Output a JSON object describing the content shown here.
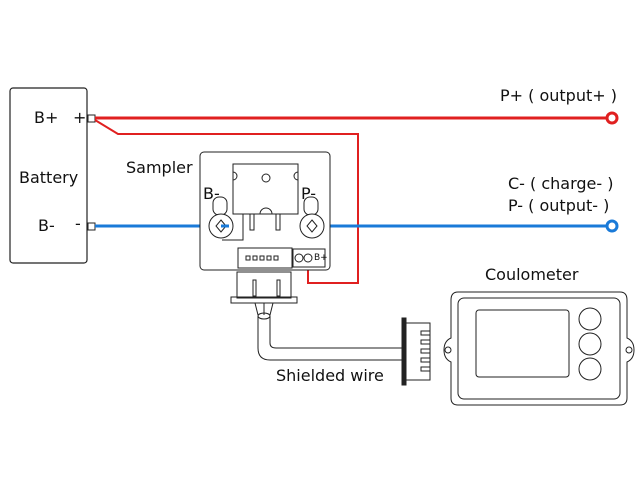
{
  "battery": {
    "title": "Battery",
    "plus_label": "B+",
    "plus_sign": "+",
    "minus_label": "B-",
    "minus_sign": "-"
  },
  "sampler": {
    "title": "Sampler",
    "left_terminal": "B-",
    "right_terminal": "P-",
    "bplus_pin": "B+"
  },
  "outputs": {
    "positive": "P+ ( output+ )",
    "charge_negative": "C- ( charge- )",
    "output_negative": "P- ( output- )"
  },
  "cable": {
    "label": "Shielded wire"
  },
  "meter": {
    "title": "Coulometer"
  },
  "colors": {
    "positive_wire": "#e02020",
    "negative_wire": "#1a7ad8",
    "outline": "#222222"
  }
}
